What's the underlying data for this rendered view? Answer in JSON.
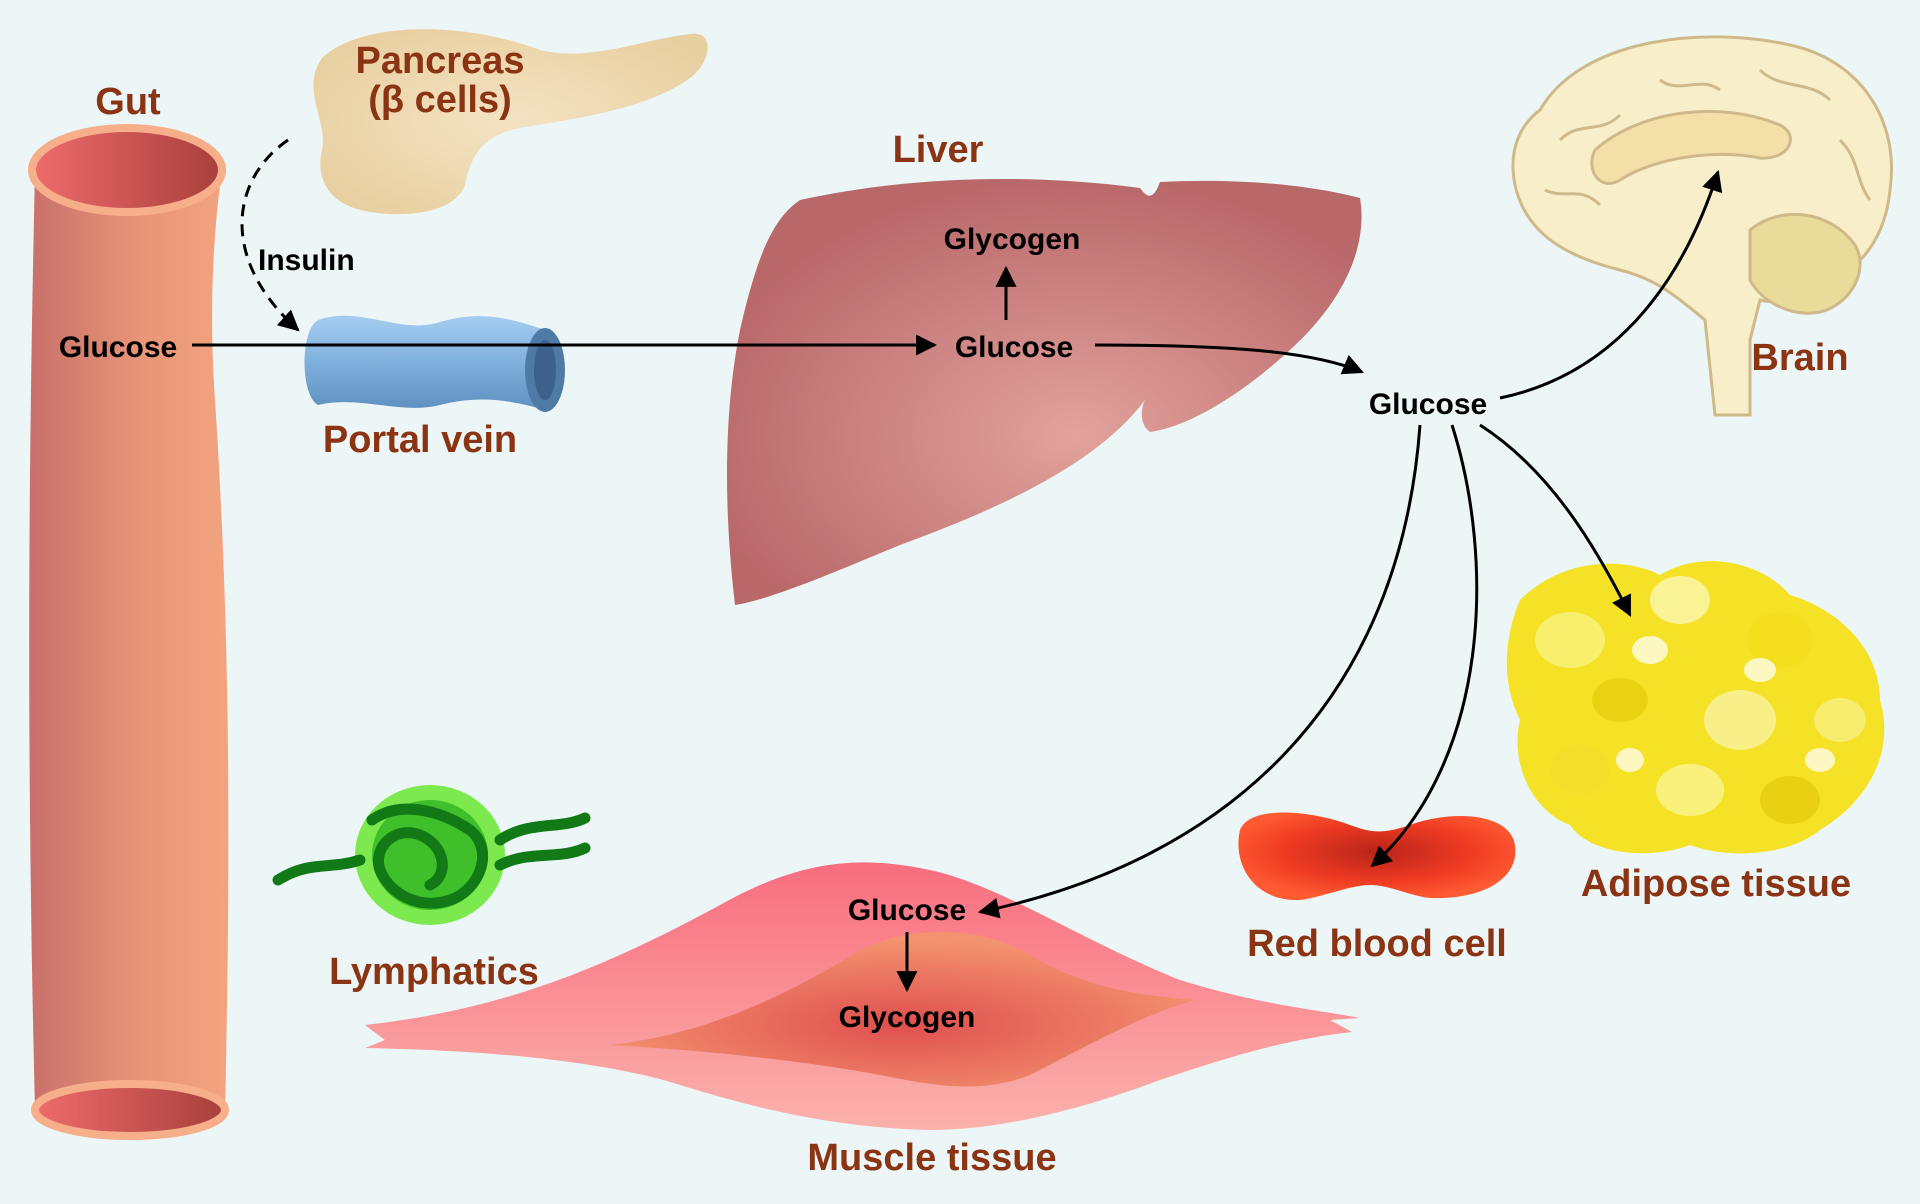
{
  "colors": {
    "background": "#ecf6f6",
    "organ_label": "#8a3414",
    "node_label": "#000000",
    "arrow": "#000000"
  },
  "labels": {
    "gut": "Gut",
    "pancreas": "Pancreas",
    "pancreas_sub": "(β cells)",
    "insulin": "Insulin",
    "portal_vein": "Portal vein",
    "liver": "Liver",
    "brain": "Brain",
    "adipose": "Adipose tissue",
    "red_blood_cell": "Red blood cell",
    "lymphatics": "Lymphatics",
    "muscle": "Muscle tissue"
  },
  "nodes": {
    "gut_glucose": "Glucose",
    "liver_glucose": "Glucose",
    "liver_glycogen": "Glycogen",
    "blood_glucose": "Glucose",
    "muscle_glucose": "Glucose",
    "muscle_glycogen": "Glycogen"
  }
}
